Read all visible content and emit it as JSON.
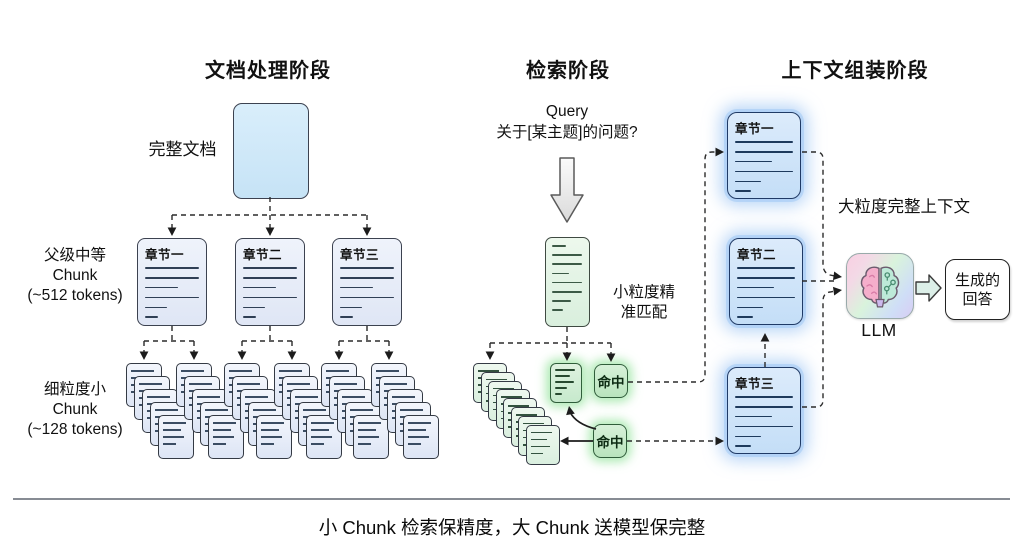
{
  "stage1": {
    "title": "文档处理阶段",
    "full_doc_label": "完整文档",
    "parent_chunk_label": [
      "父级中等",
      "Chunk",
      "(~512 tokens)"
    ],
    "fine_chunk_label": [
      "细粒度小",
      "Chunk",
      "(~128 tokens)"
    ],
    "chapters": [
      "章节一",
      "章节二",
      "章节三"
    ]
  },
  "stage2": {
    "title": "检索阶段",
    "query_title": "Query",
    "query_text": "关于[某主题]的问题?",
    "match_label": [
      "小粒度精",
      "准匹配"
    ],
    "hit_label": "命中"
  },
  "stage3": {
    "title": "上下文组装阶段",
    "chapters": [
      "章节一",
      "章节二",
      "章节三"
    ],
    "context_label": "大粒度完整上下文",
    "llm_label": "LLM",
    "answer_label": [
      "生成的",
      "回答"
    ]
  },
  "footer": {
    "caption": "小 Chunk 检索保精度，大 Chunk 送模型保完整"
  },
  "icons": {
    "llm": "brain-icon"
  },
  "colors": {
    "stage1_box_fill": "#e7edf8",
    "full_doc_fill": "#cde7f8",
    "query_doc_fill": "#e3f3e4",
    "hit_fill": "#c3e8c7",
    "hit_glow": "#8fe39a",
    "stage3_box_fill": "#cfe3f8",
    "stage3_glow": "#9cc3f2",
    "divider": "#878c94",
    "connector": "#2b2b2b"
  }
}
